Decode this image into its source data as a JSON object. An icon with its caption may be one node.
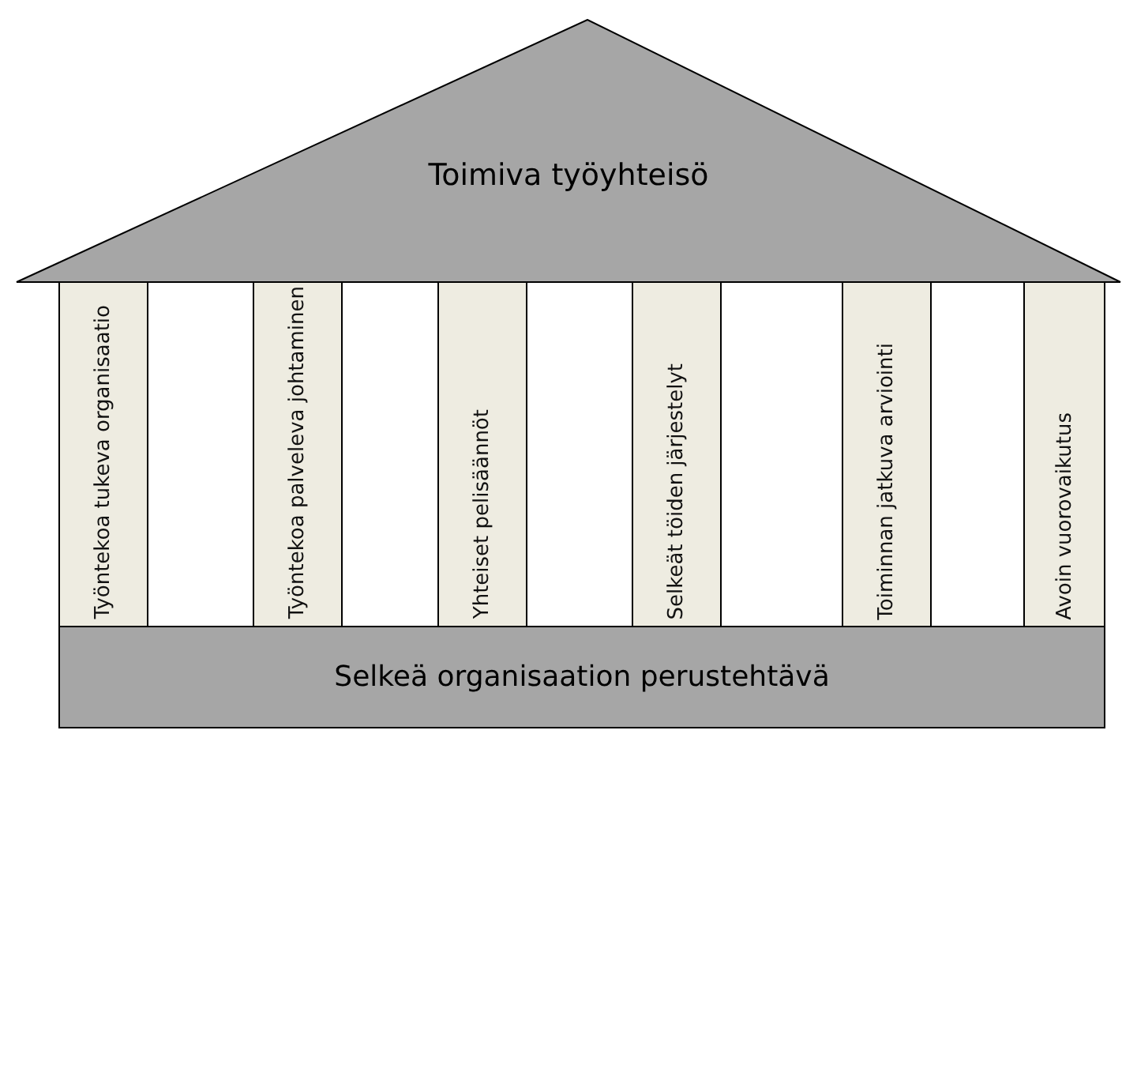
{
  "diagram": {
    "nodes": [
      {
        "text": [
          "Toimiva työyhteisö"
        ]
      },
      {
        "text": [
          "Työntekoa tukeva organisaatio"
        ]
      },
      {
        "text": [
          "Työntekoa palveleva johtaminen"
        ]
      },
      {
        "text": [
          "Yhteiset pelisäännöt"
        ]
      },
      {
        "text": [
          "Selkeät töiden järjestelyt"
        ]
      },
      {
        "text": [
          "Toiminnan jatkuva arviointi"
        ]
      },
      {
        "text": [
          "Avoin vuorovaikutus"
        ]
      },
      {
        "text": [
          "Selkeä organisaation perustehtävä"
        ]
      }
    ],
    "edges": []
  }
}
